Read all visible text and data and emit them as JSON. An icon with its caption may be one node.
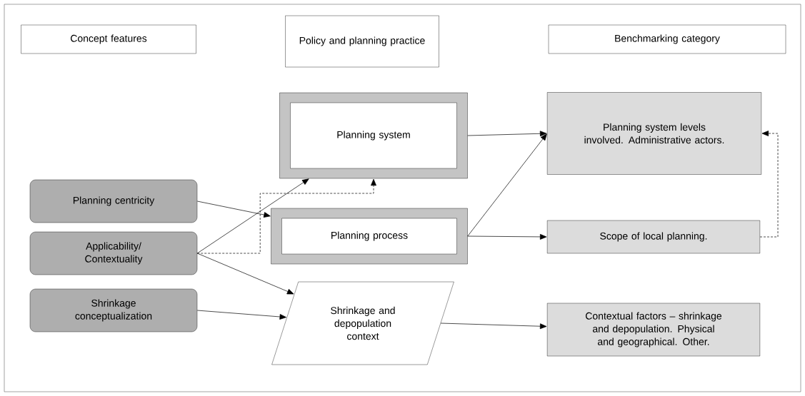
{
  "diagram": {
    "nodes": [
      {
        "text": [
          "Concept features"
        ]
      },
      {
        "text": [
          "Policy and planning practice"
        ]
      },
      {
        "text": [
          "Benchmarking category"
        ]
      },
      {
        "text": [
          "Planning system"
        ]
      },
      {
        "text": [
          "Planning process"
        ]
      },
      {
        "text": [
          "Shrinkage and depopulation context"
        ]
      },
      {
        "text": [
          "Planning system levels involved. Administrative actors."
        ]
      },
      {
        "text": [
          "Scope of local planning."
        ]
      },
      {
        "text": [
          "Contextual factors – shrinkage and depopulation. Physical and geographical. Other."
        ]
      },
      {
        "text": [
          "Planning centricity"
        ]
      },
      {
        "text": [
          "Applicability/ Contextuality"
        ]
      },
      {
        "text": [
          "Shrinkage conceptualization"
        ]
      }
    ],
    "edges": [
      {
        "from": 9,
        "to": 4,
        "arrow": "to"
      },
      {
        "from": 10,
        "to": 3,
        "arrow": "to"
      },
      {
        "from": 10,
        "to": 3,
        "arrow": "to",
        "style": "dashed"
      },
      {
        "from": 10,
        "to": 5,
        "arrow": "to"
      },
      {
        "from": 11,
        "to": 5,
        "arrow": "to"
      },
      {
        "from": 3,
        "to": 6,
        "arrow": "to"
      },
      {
        "from": 4,
        "to": 6,
        "arrow": "to"
      },
      {
        "from": 4,
        "to": 7,
        "arrow": "to"
      },
      {
        "from": 7,
        "to": 6,
        "arrow": "to",
        "style": "dashed"
      },
      {
        "from": 5,
        "to": 8,
        "arrow": "to"
      }
    ]
  }
}
